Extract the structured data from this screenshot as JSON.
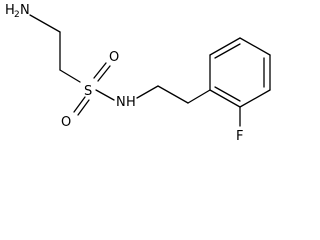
{
  "molecule": {
    "atoms": {
      "amine_h": "H",
      "amine_sub": "2",
      "amine_n": "N",
      "sulfur": "S",
      "oxygen_top": "O",
      "oxygen_bottom": "O",
      "nh_n": "N",
      "nh_h": "H",
      "fluorine": "F"
    }
  }
}
